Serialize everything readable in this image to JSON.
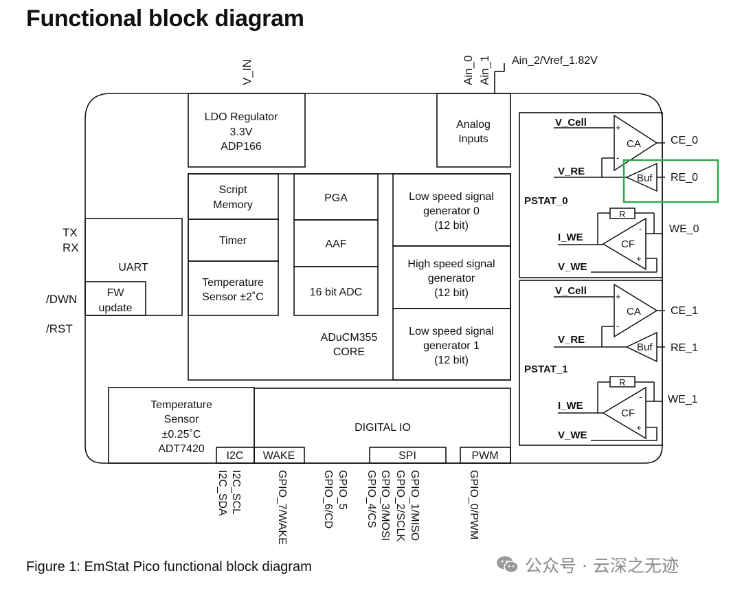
{
  "title": "Functional block diagram",
  "caption": "Figure 1: EmStat Pico functional block diagram",
  "watermark": {
    "text": "公众号 · 云深之无迹",
    "icon": "wechat-icon"
  },
  "top_pins": {
    "vin": "V_IN",
    "ain0": "Ain_0",
    "ain1": "Ain_1",
    "ain2": "Ain_2/Vref_1.82V"
  },
  "left_pins": {
    "tx": "TX",
    "rx": "RX",
    "dwn": "/DWN",
    "rst": "/RST"
  },
  "blocks": {
    "ldo": [
      "LDO Regulator",
      "3.3V",
      "ADP166"
    ],
    "analog": [
      "Analog",
      "Inputs"
    ],
    "script": [
      "Script",
      "Memory"
    ],
    "timer": "Timer",
    "temp_core": [
      "Temperature",
      "Sensor ±2˚C"
    ],
    "pga": "PGA",
    "aaf": "AAF",
    "adc": "16 bit ADC",
    "lssg0": [
      "Low speed signal",
      "generator 0",
      "(12 bit)"
    ],
    "hssg": [
      "High speed signal",
      "generator",
      "(12 bit)"
    ],
    "lssg1": [
      "Low speed signal",
      "generator 1",
      "(12 bit)"
    ],
    "core": [
      "ADuCM355",
      "CORE"
    ],
    "uart": "UART",
    "fw": [
      "FW",
      "update"
    ],
    "temp_ext": [
      "Temperature",
      "Sensor",
      "±0.25˚C",
      "ADT7420"
    ],
    "dio": "DIGITAL IO",
    "i2c": "I2C",
    "wake": "WAKE",
    "spi": "SPI",
    "pwm": "PWM"
  },
  "bottom_pins": {
    "i2c_sda": "I2C_SDA",
    "i2c_scl": "I2C_SCL",
    "gpio7": "GPIO_7/WAKE",
    "gpio6": "GPIO_6/CD",
    "gpio5": "GPIO_5",
    "gpio4": "GPIO_4/CS",
    "gpio3": "GPIO_3/MOSI",
    "gpio2": "GPIO_2/SCLK",
    "gpio1": "GPIO_1/MISO",
    "gpio0": "GPIO_0/PWM"
  },
  "pstat0": {
    "name": "PSTAT_0",
    "v_cell": "V_Cell",
    "v_re": "V_RE",
    "i_we": "I_WE",
    "v_we": "V_WE",
    "ca": "CA",
    "buf": "Buf",
    "cf": "CF",
    "r": "R",
    "ce": "CE_0",
    "re": "RE_0",
    "we": "WE_0",
    "plus": "+",
    "minus": "-"
  },
  "pstat1": {
    "name": "PSTAT_1",
    "v_cell": "V_Cell",
    "v_re": "V_RE",
    "i_we": "I_WE",
    "v_we": "V_WE",
    "ca": "CA",
    "buf": "Buf",
    "cf": "CF",
    "r": "R",
    "ce": "CE_1",
    "re": "RE_1",
    "we": "WE_1",
    "plus": "+",
    "minus": "-"
  },
  "colors": {
    "highlight": "#2eaa4a",
    "line": "#111111",
    "watermark": "#8a8a8a"
  }
}
